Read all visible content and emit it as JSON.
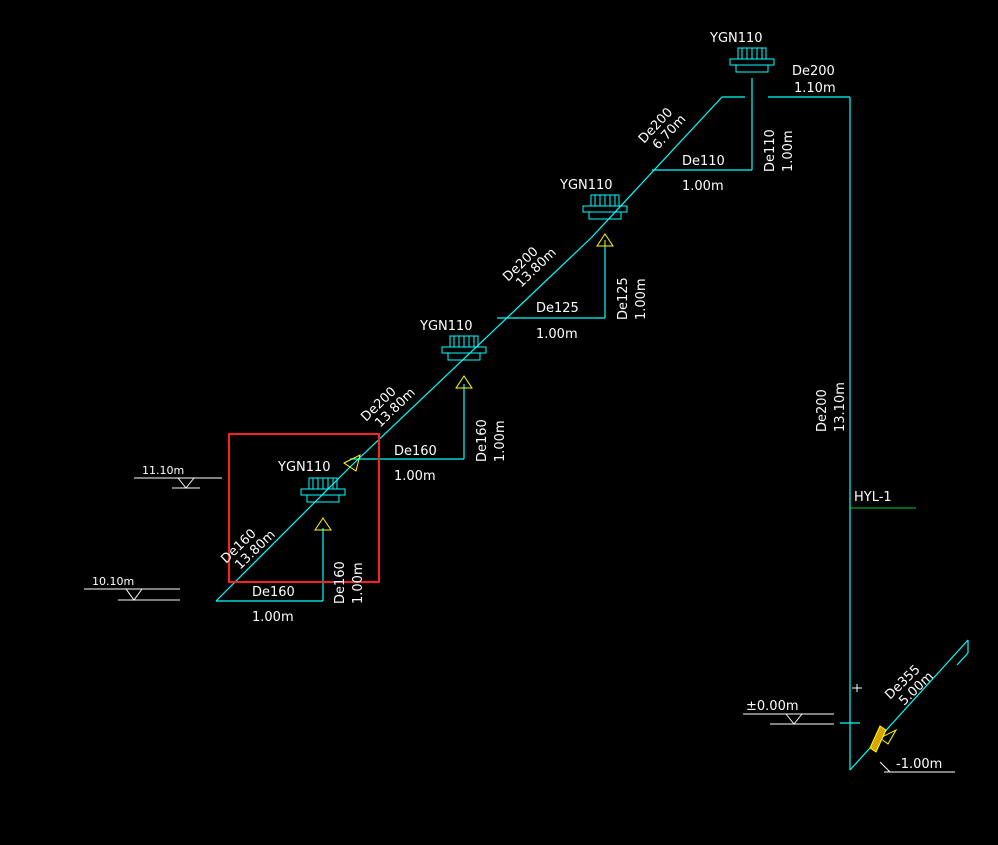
{
  "drain_label": "YGN110",
  "pipes": {
    "p110": "De110",
    "p125": "De125",
    "p160": "De160",
    "p200": "De200",
    "p355": "De355"
  },
  "lengths": {
    "l100": "1.00m",
    "l110": "1.10m",
    "l670": "6.70m",
    "l1380": "13.80m",
    "l1310": "13.10m",
    "l500": "5.00m"
  },
  "riser_label": "HYL-1",
  "elevations": {
    "e1": "11.10m",
    "e2": "10.10m",
    "e0": "±0.00m",
    "em1": "-1.00m"
  },
  "highlight_color": "#ff2020",
  "pipe_color": "#00ffff"
}
